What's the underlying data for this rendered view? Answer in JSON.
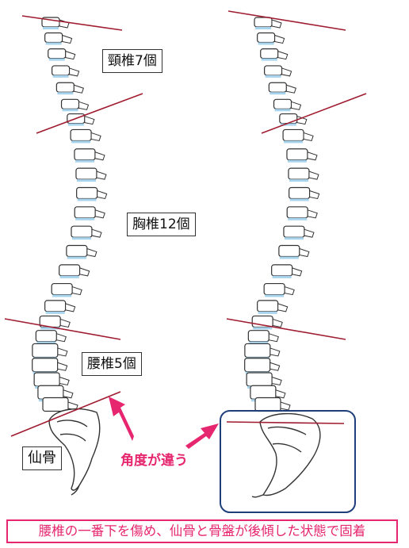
{
  "labels": {
    "cervical": "頸椎7個",
    "thoracic": "胸椎12個",
    "lumbar": "腰椎5個",
    "sacrum": "仙骨"
  },
  "annotation": {
    "angle_text": "角度が違う"
  },
  "caption": "腰椎の一番下を傷め、仙骨と骨盤が後傾した状態で固着",
  "colors": {
    "reference_line": "#a01c30",
    "accent": "#e6266e",
    "disc": "#a9d4ee",
    "highlight_box": "#1f3f7a",
    "bone_outline": "#333333"
  },
  "icons": {
    "arrow": "pink-arrow-icon"
  }
}
